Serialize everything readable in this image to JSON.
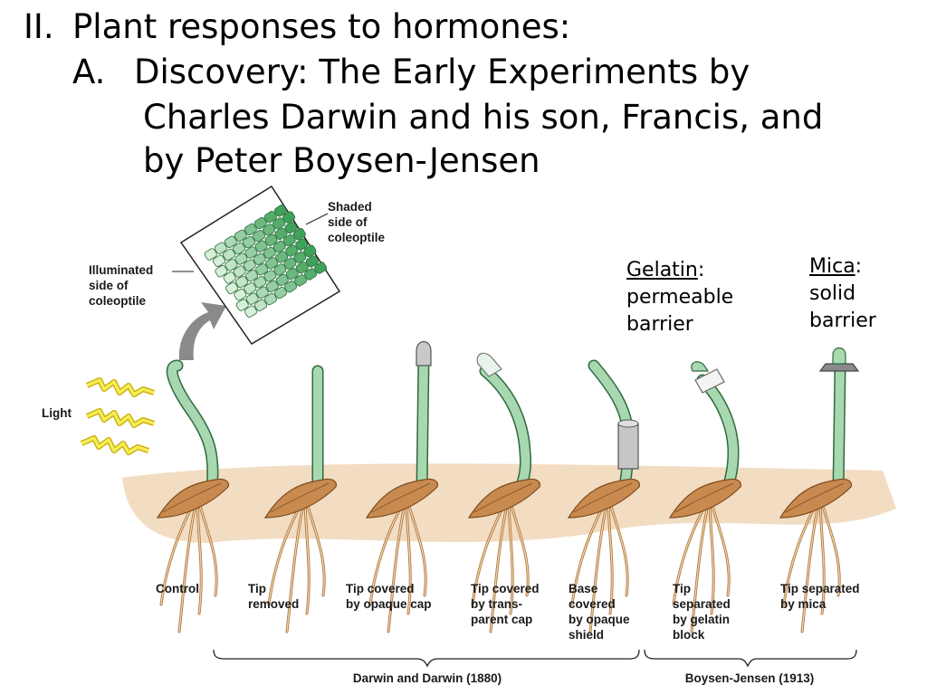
{
  "title": {
    "roman": "II.",
    "heading": "Plant responses to hormones:",
    "sub_letter": "A.",
    "sub_line1": "Discovery:  The Early Experiments by",
    "sub_line2": "Charles Darwin and his son, Francis, and",
    "sub_line3": "by Peter Boysen-Jensen"
  },
  "notes": {
    "gelatin_term": "Gelatin",
    "gelatin_rest1": ":",
    "gelatin_line2": "permeable",
    "gelatin_line3": "barrier",
    "mica_term": "Mica",
    "mica_rest1": ":",
    "mica_line2": "solid",
    "mica_line3": "barrier"
  },
  "diagram": {
    "light_label": "Light",
    "shaded_label": [
      "Shaded",
      "side of",
      "coleoptile"
    ],
    "illuminated_label": [
      "Illuminated",
      "side of",
      "coleoptile"
    ],
    "experiments": [
      {
        "lines": [
          "Control"
        ]
      },
      {
        "lines": [
          "Tip",
          "removed"
        ]
      },
      {
        "lines": [
          "Tip covered",
          "by opaque cap"
        ]
      },
      {
        "lines": [
          "Tip covered",
          "by trans-",
          "parent cap"
        ]
      },
      {
        "lines": [
          "Base",
          "covered",
          "by opaque",
          "shield"
        ]
      },
      {
        "lines": [
          "Tip",
          "separated",
          "by gelatin",
          "block"
        ]
      },
      {
        "lines": [
          "Tip separated",
          "by mica"
        ]
      }
    ],
    "groups": {
      "darwin": "Darwin and Darwin (1880)",
      "boysen": "Boysen-Jensen (1913)"
    }
  },
  "colors": {
    "coleoptile": "#a8d8b0",
    "coleoptile_outline": "#2f6a40",
    "soil": "#f2dcc2",
    "seed": "#c98a4f",
    "cell_dark": "#3fa25a",
    "cell_light": "#d7efd9",
    "light_bolt": "#f3ee55"
  }
}
